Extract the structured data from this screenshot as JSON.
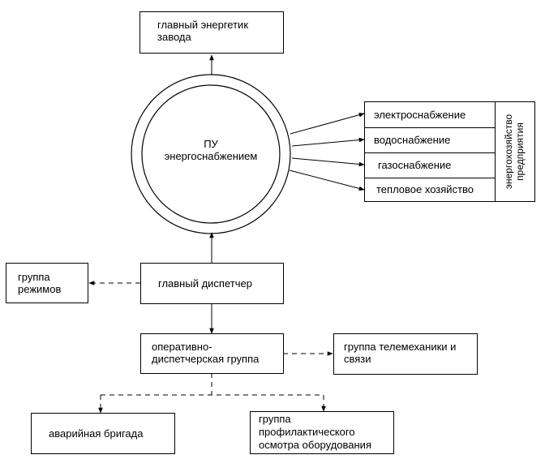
{
  "nodes": {
    "chief_engineer": "главный энергетик\nзавода",
    "control_point": "ПУ\nэнергоснабжением",
    "electricity": "электроснабжение",
    "water": "водоснабжение",
    "gas": "газоснабжение",
    "heat": "тепловое хозяйство",
    "enterprise": "энергохозяйство\nпредприятия",
    "modes_group": "группа\nрежимов",
    "chief_dispatcher": "главный диспетчер",
    "dispatch_group": "оперативно-\nдиспетчерская группа",
    "telemech_group": "группа телемеханики и\nсвязи",
    "emergency_team": "аварийная бригада",
    "maintenance_group": "группа\nпрофилактического\nосмотра оборудования"
  }
}
